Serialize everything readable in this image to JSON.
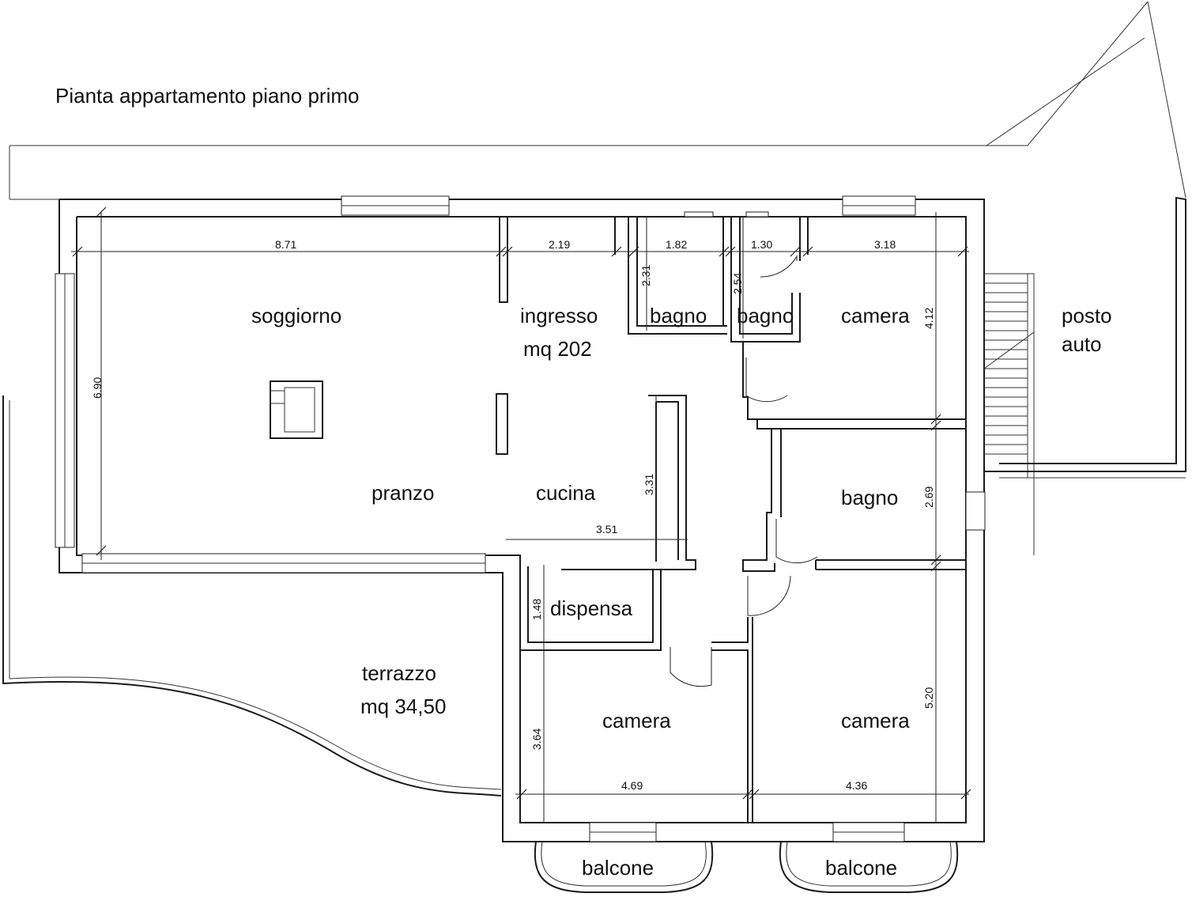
{
  "title": "Pianta appartamento piano primo",
  "rooms": {
    "soggiorno": "soggiorno",
    "ingresso": "ingresso",
    "ingresso_area": "mq 202",
    "bagno_1": "bagno",
    "bagno_2": "bagno",
    "camera_1": "camera",
    "posto_auto_1": "posto",
    "posto_auto_2": "auto",
    "pranzo": "pranzo",
    "cucina": "cucina",
    "bagno_3": "bagno",
    "dispensa": "dispensa",
    "terrazzo": "terrazzo",
    "terrazzo_area": "mq 34,50",
    "camera_2": "camera",
    "camera_3": "camera",
    "balcone_1": "balcone",
    "balcone_2": "balcone"
  },
  "dimensions": {
    "d_871": "8.71",
    "d_219": "2.19",
    "d_182": "1.82",
    "d_130": "1.30",
    "d_318": "3.18",
    "d_231": "2.31",
    "d_254": "2.54",
    "d_412": "4.12",
    "d_690": "6.90",
    "d_331": "3.31",
    "d_351": "3.51",
    "d_269": "2.69",
    "d_148": "1.48",
    "d_364": "3.64",
    "d_520": "5.20",
    "d_469": "4.69",
    "d_436": "4.36"
  }
}
